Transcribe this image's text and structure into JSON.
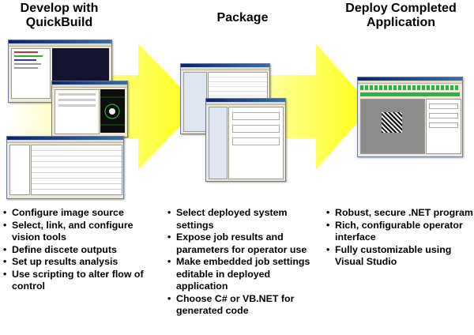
{
  "headings": {
    "develop": "Develop with QuickBuild",
    "package": "Package",
    "deploy": "Deploy Completed Application"
  },
  "bullets": {
    "develop": [
      "Configure image source",
      "Select, link, and configure vision tools",
      "Define discete outputs",
      "Set up results analysis",
      "Use scripting to alter flow of control"
    ],
    "package": [
      "Select deployed system settings",
      "Expose job results and parameters for operator use",
      "Make embedded job settings editable in deployed application",
      "Choose C# or VB.NET for generated code"
    ],
    "deploy": [
      "Robust, secure .NET program",
      "Rich, configurable operator interface",
      "Fully customizable using Visual Studio"
    ]
  },
  "colors": {
    "arrow_start": "#ffffff",
    "arrow_end": "#ffff00",
    "titlebar": "#0a246a",
    "status_green": "#2db34a"
  }
}
